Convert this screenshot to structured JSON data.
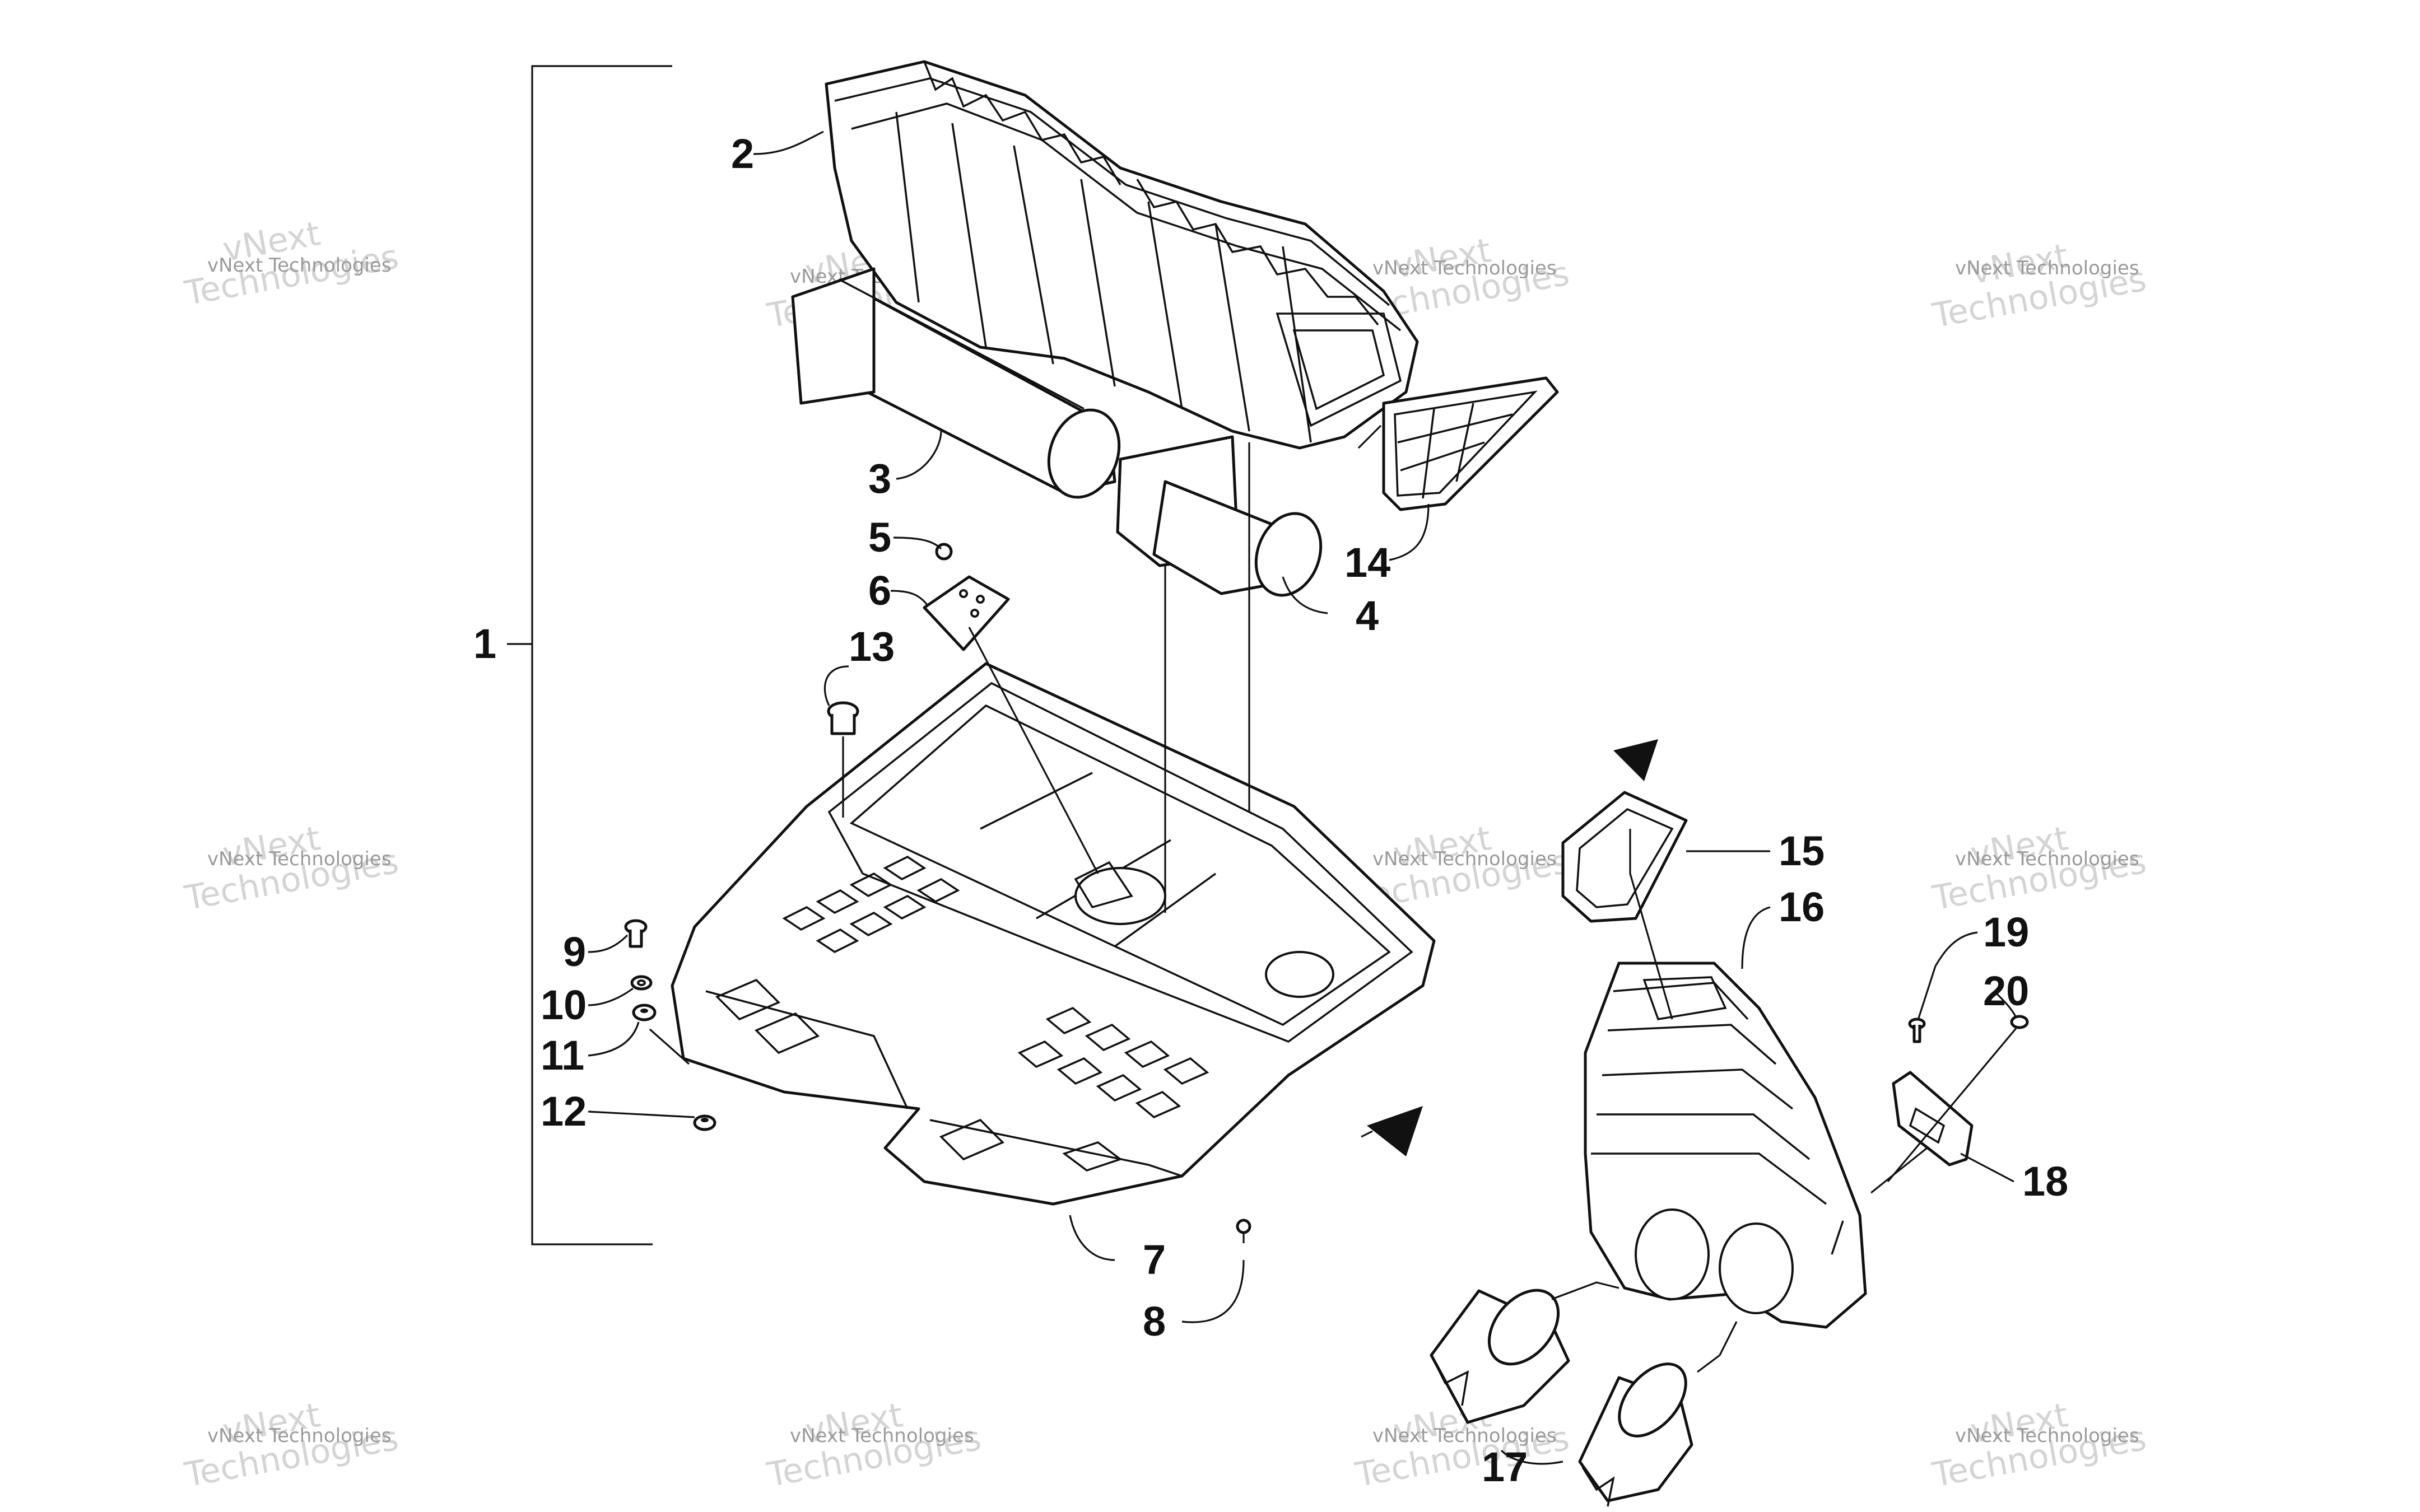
{
  "callouts": [
    {
      "id": "c1",
      "label": "1"
    },
    {
      "id": "c2",
      "label": "2"
    },
    {
      "id": "c3",
      "label": "3"
    },
    {
      "id": "c4",
      "label": "4"
    },
    {
      "id": "c5",
      "label": "5"
    },
    {
      "id": "c6",
      "label": "6"
    },
    {
      "id": "c7",
      "label": "7"
    },
    {
      "id": "c8",
      "label": "8"
    },
    {
      "id": "c9",
      "label": "9"
    },
    {
      "id": "c10",
      "label": "10"
    },
    {
      "id": "c11",
      "label": "11"
    },
    {
      "id": "c12",
      "label": "12"
    },
    {
      "id": "c13",
      "label": "13"
    },
    {
      "id": "c14",
      "label": "14"
    },
    {
      "id": "c15",
      "label": "15"
    },
    {
      "id": "c16",
      "label": "16"
    },
    {
      "id": "c17",
      "label": "17"
    },
    {
      "id": "c18",
      "label": "18"
    },
    {
      "id": "c19",
      "label": "19"
    },
    {
      "id": "c20",
      "label": "20"
    }
  ],
  "watermark": {
    "line_small": "vNext Technologies",
    "line_big_1": "vNext",
    "line_big_2": "Technologies"
  }
}
